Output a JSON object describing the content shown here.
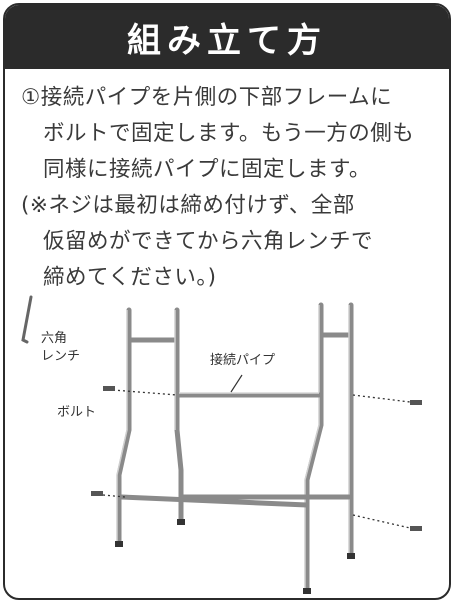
{
  "header": {
    "title": "組み立て方"
  },
  "instructions": {
    "line1": "①接続パイプを片側の下部フレームに",
    "line2": "ボルトで固定します。もう一方の側も",
    "line3": "同様に接続パイプに固定します。",
    "line4": "(※ネジは最初は締め付けず、全部",
    "line5": "仮留めができてから六角レンチで",
    "line6": "締めてください。)"
  },
  "figure": {
    "label_hex_wrench_1": "六角",
    "label_hex_wrench_2": "レンチ",
    "label_connector_pipe": "接続パイプ",
    "label_bolt": "ボルト"
  }
}
